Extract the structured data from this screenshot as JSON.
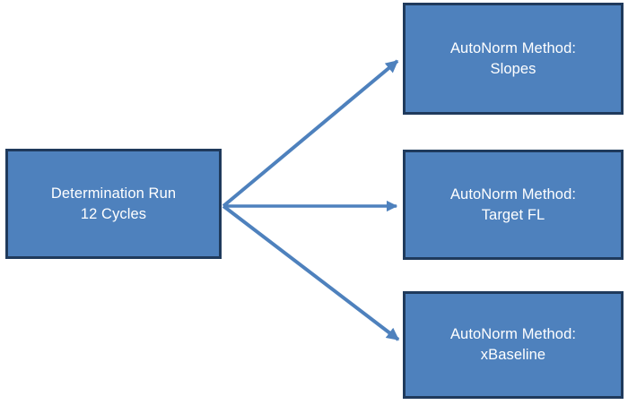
{
  "diagram": {
    "type": "flowchart",
    "colors": {
      "page_bg": "#ffffff",
      "node_fill": "#4e81bd",
      "node_border": "#1f3a5c",
      "arrow_color": "#4e81bd",
      "text_color": "#ffffff"
    },
    "source_node": {
      "line1": "Determination Run",
      "line2": "12 Cycles"
    },
    "target_nodes": [
      {
        "line1": "AutoNorm Method:",
        "line2": "Slopes"
      },
      {
        "line1": "AutoNorm Method:",
        "line2": "Target FL"
      },
      {
        "line1": "AutoNorm Method:",
        "line2": "xBaseline"
      }
    ],
    "edges": [
      {
        "from": "Determination Run 12 Cycles",
        "to": "AutoNorm Method: Slopes"
      },
      {
        "from": "Determination Run 12 Cycles",
        "to": "AutoNorm Method: Target FL"
      },
      {
        "from": "Determination Run 12 Cycles",
        "to": "AutoNorm Method: xBaseline"
      }
    ]
  }
}
